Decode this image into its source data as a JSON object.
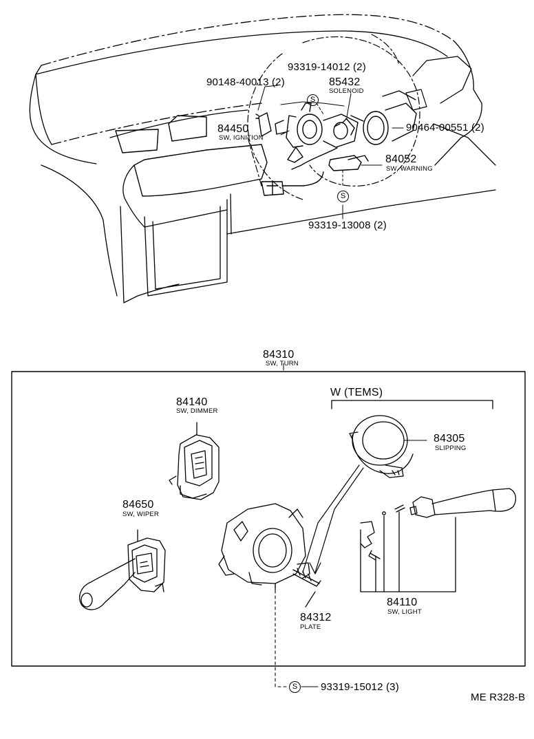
{
  "labels": {
    "p_93319_14012": "93319-14012 (2)",
    "p_90148_40013": "90148-40013 (2)",
    "p_85432": "85432",
    "n_85432": "SOLENOID",
    "p_84450": "84450",
    "n_84450": "SW, IGNITION",
    "p_90464_00551": "90464-00551 (2)",
    "p_84052": "84052",
    "n_84052": "SW, WARNING",
    "p_93319_13008": "93319-13008 (2)",
    "p_84310": "84310",
    "n_84310": "SW, TURN",
    "w_tems": "W (TEMS)",
    "p_84140": "84140",
    "n_84140": "SW, DIMMER",
    "p_84305": "84305",
    "n_84305": "SLIPPING",
    "p_84650": "84650",
    "n_84650": "SW, WIPER",
    "p_84312": "84312",
    "n_84312": "PLATE",
    "p_84110": "84110",
    "n_84110": "SW, LIGHT",
    "p_93319_15012": "93319-15012 (3)",
    "s_symbol": "S",
    "ref_code": "ME R328-B"
  }
}
